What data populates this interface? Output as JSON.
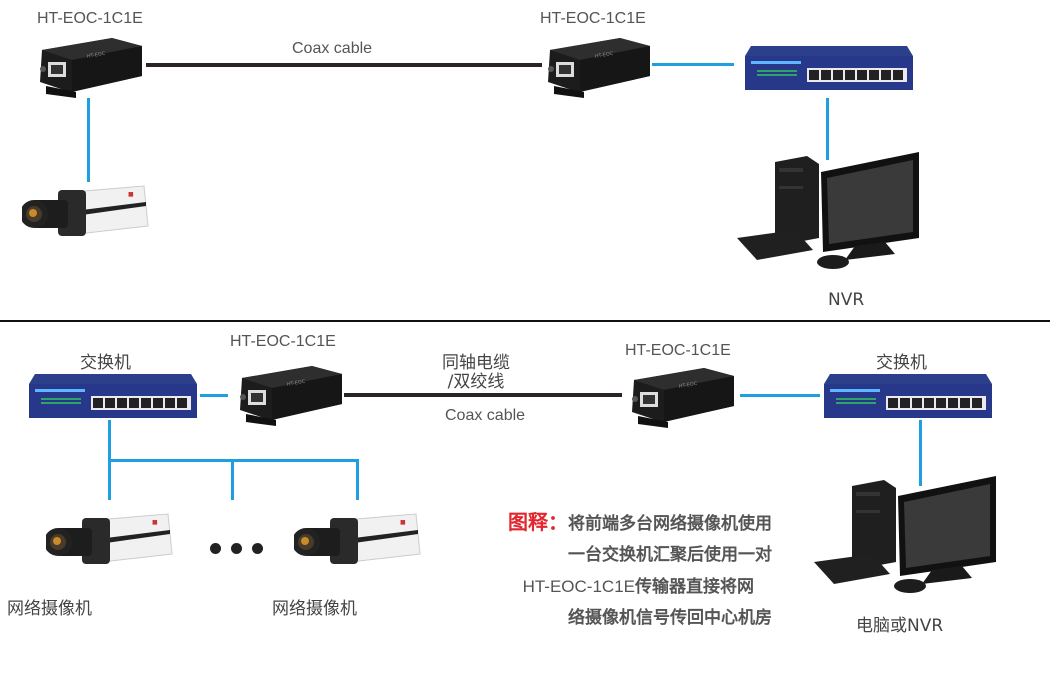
{
  "top_diagram": {
    "transmitter_label": "HT-EOC-1C1E",
    "receiver_label": "HT-EOC-1C1E",
    "cable_label": "Coax cable",
    "endpoint_label": "NVR",
    "colors": {
      "ethernet_line": "#1ea0e0",
      "coax_line": "#2b2424"
    }
  },
  "bottom_diagram": {
    "left_switch_label": "交换机",
    "right_switch_label": "交换机",
    "transmitter_label": "HT-EOC-1C1E",
    "receiver_label": "HT-EOC-1C1E",
    "cable_label_cn_line1": "同轴电缆",
    "cable_label_cn_line2": "/双绞线",
    "cable_label_en": "Coax cable",
    "camera_left_label": "网络摄像机",
    "camera_right_label": "网络摄像机",
    "endpoint_label": "电脑或NVR",
    "note": {
      "title": "图释：",
      "line1": "将前端多台网络摄像机使用",
      "line2": "一台交换机汇聚后使用一对",
      "line3_model": "HT-EOC-1C1E",
      "line3_text": "传输器直接将网",
      "line4": "络摄像机信号传回中心机房",
      "title_color": "#e3262e"
    }
  }
}
